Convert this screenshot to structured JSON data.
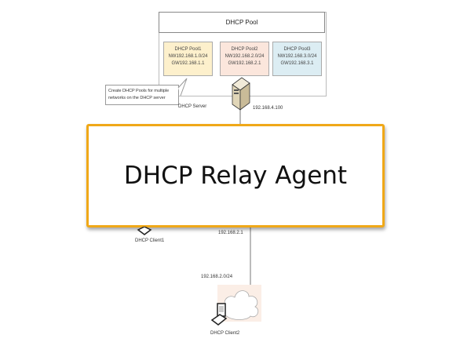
{
  "pool_group": {
    "title": "DHCP Pool",
    "pools": [
      {
        "name": "DHCP Pool1",
        "network": "NW192.168.1.0/24",
        "gateway": "GW192.168.1.1",
        "color": "#fdf0cc"
      },
      {
        "name": "DHCP Pool2",
        "network": "NW192.168.2.0/24",
        "gateway": "GW192.168.2.1",
        "color": "#fbe6dc"
      },
      {
        "name": "DHCP Pool3",
        "network": "NW192.168.3.0/24",
        "gateway": "GW192.168.3.1",
        "color": "#dcedf3"
      }
    ]
  },
  "callout": "Create DHCP Pools for multiple networks on the DHCP server",
  "server": {
    "label": "DHCP Server",
    "ip": "192.168.4.100"
  },
  "banner": {
    "title": "DHCP Relay Agent",
    "border_color": "#f0a818"
  },
  "router_ip": "192.168.2.1",
  "network": "192.168.2.0/24",
  "clients": [
    "DHCP Client1",
    "DHCP Client2"
  ]
}
